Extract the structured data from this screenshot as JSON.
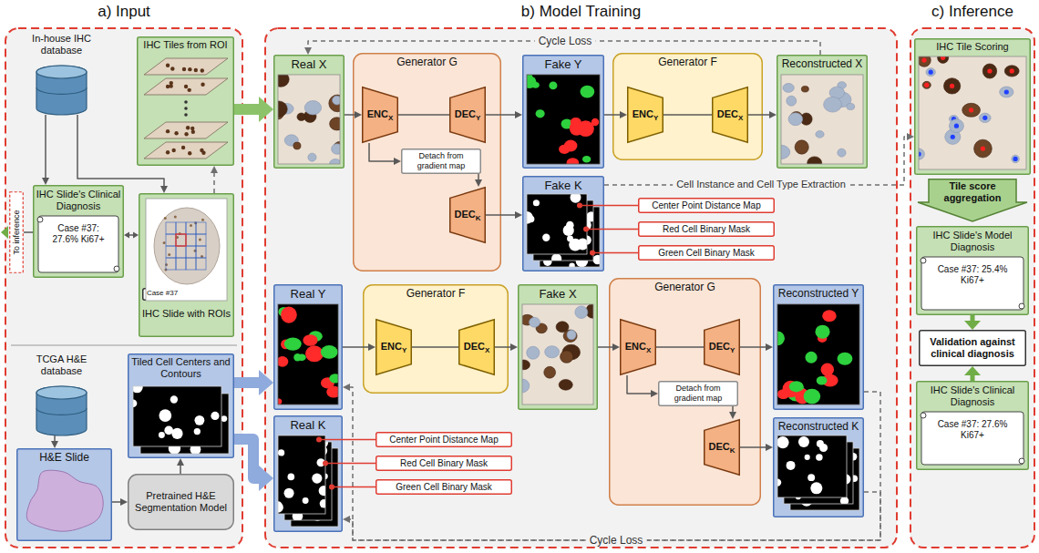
{
  "diagram": {
    "nodes": [
      {
        "text": [
          "a) Input"
        ]
      },
      {
        "text": [
          "In-house IHC database"
        ],
        "in": 0
      },
      {
        "text": [
          "IHC Tiles from ROI"
        ],
        "in": 0
      },
      {
        "text": [
          "To inference"
        ],
        "in": 0
      },
      {
        "text": [
          "IHC Slide's Clinical Diagnosis",
          "Case #37: 27.6% Ki67+"
        ],
        "in": 0
      },
      {
        "text": [
          "IHC Slide with ROIs"
        ],
        "in": 0
      },
      {
        "text": [
          "Case #37"
        ],
        "in": 5
      },
      {
        "text": [
          "TCGA H&E database"
        ],
        "in": 0
      },
      {
        "text": [
          "Tiled Cell Centers and Contours"
        ],
        "in": 0
      },
      {
        "text": [
          "H&E Slide"
        ],
        "in": 0
      },
      {
        "text": [
          "Pretrained H&E Segmentation Model"
        ],
        "in": 0
      },
      {
        "text": [
          "b) Model Training"
        ]
      },
      {
        "text": [
          "Real X"
        ],
        "in": 11
      },
      {
        "text": [
          "Generator G"
        ],
        "in": 11
      },
      {
        "text": [
          "ENC",
          "X"
        ],
        "in": 13
      },
      {
        "text": [
          "DEC",
          "Y"
        ],
        "in": 13
      },
      {
        "text": [
          "Detach from gradient map"
        ],
        "in": 13
      },
      {
        "text": [
          "DEC",
          "K"
        ],
        "in": 13
      },
      {
        "text": [
          "Fake Y"
        ],
        "in": 11
      },
      {
        "text": [
          "Generator F"
        ],
        "in": 11
      },
      {
        "text": [
          "ENC",
          "Y"
        ],
        "in": 19
      },
      {
        "text": [
          "DEC",
          "X"
        ],
        "in": 19
      },
      {
        "text": [
          "Reconstructed X"
        ],
        "in": 11
      },
      {
        "text": [
          "Fake K"
        ],
        "in": 11
      },
      {
        "text": [
          "Center Point Distance Map"
        ],
        "in": 11
      },
      {
        "text": [
          "Red Cell Binary Mask"
        ],
        "in": 11
      },
      {
        "text": [
          "Green Cell Binary Mask"
        ],
        "in": 11
      },
      {
        "text": [
          "Real Y"
        ],
        "in": 11
      },
      {
        "text": [
          "Generator F"
        ],
        "in": 11
      },
      {
        "text": [
          "ENC",
          "Y"
        ],
        "in": 28
      },
      {
        "text": [
          "DEC",
          "X"
        ],
        "in": 28
      },
      {
        "text": [
          "Fake X"
        ],
        "in": 11
      },
      {
        "text": [
          "Generator G"
        ],
        "in": 11
      },
      {
        "text": [
          "ENC",
          "X"
        ],
        "in": 32
      },
      {
        "text": [
          "DEC",
          "Y"
        ],
        "in": 32
      },
      {
        "text": [
          "Detach from gradient map"
        ],
        "in": 32
      },
      {
        "text": [
          "DEC",
          "K"
        ],
        "in": 32
      },
      {
        "text": [
          "Reconstructed Y"
        ],
        "in": 11
      },
      {
        "text": [
          "Real K"
        ],
        "in": 11
      },
      {
        "text": [
          "Center Point Distance Map"
        ],
        "in": 11
      },
      {
        "text": [
          "Red Cell Binary Mask"
        ],
        "in": 11
      },
      {
        "text": [
          "Green Cell Binary Mask"
        ],
        "in": 11
      },
      {
        "text": [
          "Reconstructed K"
        ],
        "in": 11
      },
      {
        "text": [
          "c) Inference"
        ]
      },
      {
        "text": [
          "IHC Tile Scoring"
        ],
        "in": 43
      },
      {
        "text": [
          "Tile score aggregation"
        ],
        "in": 43
      },
      {
        "text": [
          "IHC Slide's Model Diagnosis",
          "Case #37: 25.4% Ki67+"
        ],
        "in": 43
      },
      {
        "text": [
          "Validation against clinical diagnosis"
        ],
        "in": 43
      },
      {
        "text": [
          "IHC Slide's Clinical Diagnosis",
          "Case #37: 27.6% Ki67+"
        ],
        "in": 43
      }
    ],
    "edges": [
      {
        "from": 1,
        "to": 4,
        "arrow": "to"
      },
      {
        "from": 1,
        "to": 5,
        "arrow": "to"
      },
      {
        "from": 4,
        "to": 5,
        "arrow": "both"
      },
      {
        "from": 5,
        "to": 2,
        "arrow": "to"
      },
      {
        "from": 4,
        "to": 3,
        "arrow": "none"
      },
      {
        "from": 7,
        "to": 9,
        "arrow": "to"
      },
      {
        "from": 9,
        "to": 10,
        "arrow": "to"
      },
      {
        "from": 10,
        "to": 8,
        "arrow": "to"
      },
      {
        "from": 2,
        "to": 12,
        "arrow": "to"
      },
      {
        "from": 8,
        "to": 27,
        "arrow": "to"
      },
      {
        "from": 8,
        "to": 38,
        "arrow": "to"
      },
      {
        "from": 12,
        "to": 14,
        "arrow": "to"
      },
      {
        "from": 14,
        "to": 15,
        "arrow": "none"
      },
      {
        "from": 14,
        "to": 16,
        "arrow": "to"
      },
      {
        "from": 16,
        "to": 17,
        "arrow": "to"
      },
      {
        "from": 15,
        "to": 18,
        "arrow": "to"
      },
      {
        "from": 17,
        "to": 23,
        "arrow": "to"
      },
      {
        "from": 18,
        "to": 20,
        "arrow": "to"
      },
      {
        "from": 20,
        "to": 21,
        "arrow": "none"
      },
      {
        "from": 21,
        "to": 22,
        "arrow": "to"
      },
      {
        "from": 22,
        "to": 12,
        "label": "Cycle Loss",
        "arrow": "to"
      },
      {
        "from": 23,
        "to": 24,
        "arrow": "none"
      },
      {
        "from": 23,
        "to": 25,
        "arrow": "none"
      },
      {
        "from": 23,
        "to": 26,
        "arrow": "none"
      },
      {
        "from": 23,
        "to": 44,
        "label": "Cell Instance and Cell Type Extraction",
        "arrow": "to"
      },
      {
        "from": 27,
        "to": 29,
        "arrow": "to"
      },
      {
        "from": 29,
        "to": 30,
        "arrow": "none"
      },
      {
        "from": 30,
        "to": 31,
        "arrow": "to"
      },
      {
        "from": 31,
        "to": 33,
        "arrow": "to"
      },
      {
        "from": 33,
        "to": 34,
        "arrow": "none"
      },
      {
        "from": 33,
        "to": 35,
        "arrow": "to"
      },
      {
        "from": 35,
        "to": 36,
        "arrow": "to"
      },
      {
        "from": 34,
        "to": 37,
        "arrow": "to"
      },
      {
        "from": 36,
        "to": 42,
        "arrow": "to"
      },
      {
        "from": 37,
        "to": 27,
        "arrow": "to"
      },
      {
        "from": 42,
        "to": 38,
        "label": "Cycle Loss",
        "arrow": "to"
      },
      {
        "from": 38,
        "to": 39,
        "arrow": "none"
      },
      {
        "from": 38,
        "to": 40,
        "arrow": "none"
      },
      {
        "from": 38,
        "to": 41,
        "arrow": "none"
      },
      {
        "from": 46,
        "to": 47,
        "arrow": "to"
      },
      {
        "from": 48,
        "to": 47,
        "arrow": "to"
      }
    ]
  }
}
